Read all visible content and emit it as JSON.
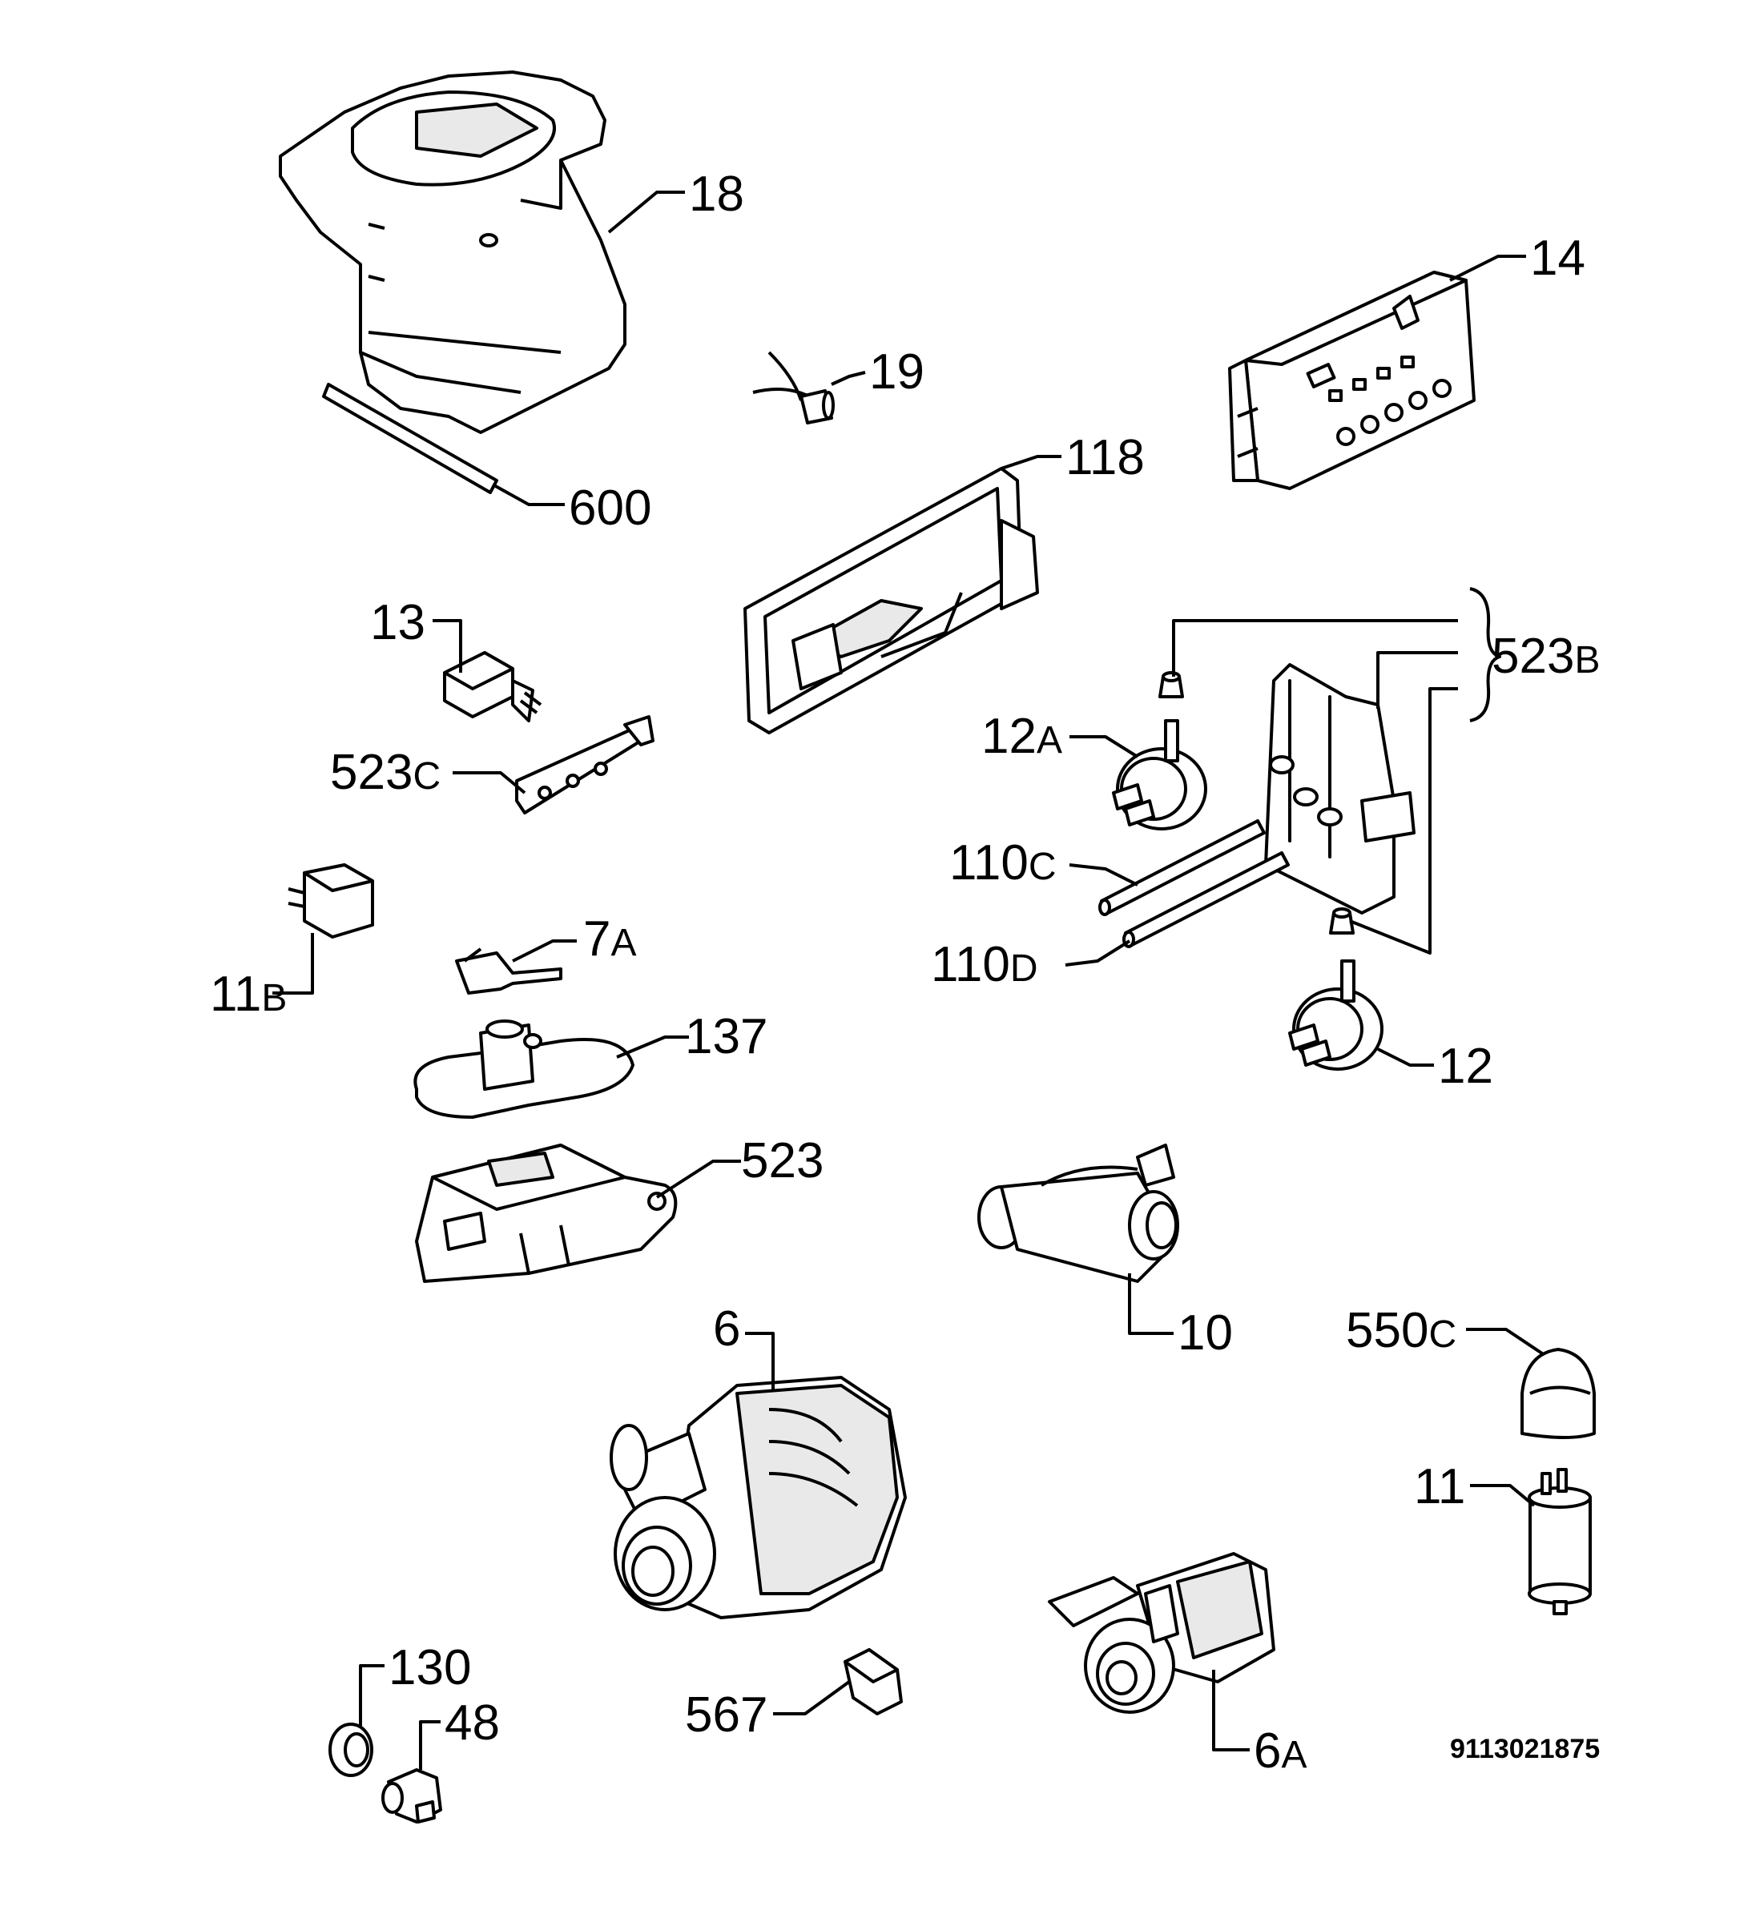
{
  "callouts": {
    "p18": {
      "num": "18",
      "suffix": ""
    },
    "p600": {
      "num": "600",
      "suffix": ""
    },
    "p19": {
      "num": "19",
      "suffix": ""
    },
    "p14": {
      "num": "14",
      "suffix": ""
    },
    "p118": {
      "num": "118",
      "suffix": ""
    },
    "p13": {
      "num": "13",
      "suffix": ""
    },
    "p523c": {
      "num": "523",
      "suffix": "C"
    },
    "p523b": {
      "num": "523",
      "suffix": "B"
    },
    "p12a": {
      "num": "12",
      "suffix": "A"
    },
    "p110c": {
      "num": "110",
      "suffix": "C"
    },
    "p110d": {
      "num": "110",
      "suffix": "D"
    },
    "p11b": {
      "num": "11",
      "suffix": "B"
    },
    "p7a": {
      "num": "7",
      "suffix": "A"
    },
    "p137": {
      "num": "137",
      "suffix": ""
    },
    "p12": {
      "num": "12",
      "suffix": ""
    },
    "p523": {
      "num": "523",
      "suffix": ""
    },
    "p10": {
      "num": "10",
      "suffix": ""
    },
    "p6": {
      "num": "6",
      "suffix": ""
    },
    "p550c": {
      "num": "550",
      "suffix": "C"
    },
    "p11": {
      "num": "11",
      "suffix": ""
    },
    "p130": {
      "num": "130",
      "suffix": ""
    },
    "p48": {
      "num": "48",
      "suffix": ""
    },
    "p567": {
      "num": "567",
      "suffix": ""
    },
    "p6a": {
      "num": "6",
      "suffix": "A"
    }
  },
  "document_number": "9113021875",
  "colors": {
    "line": "#000000",
    "background": "#ffffff"
  }
}
